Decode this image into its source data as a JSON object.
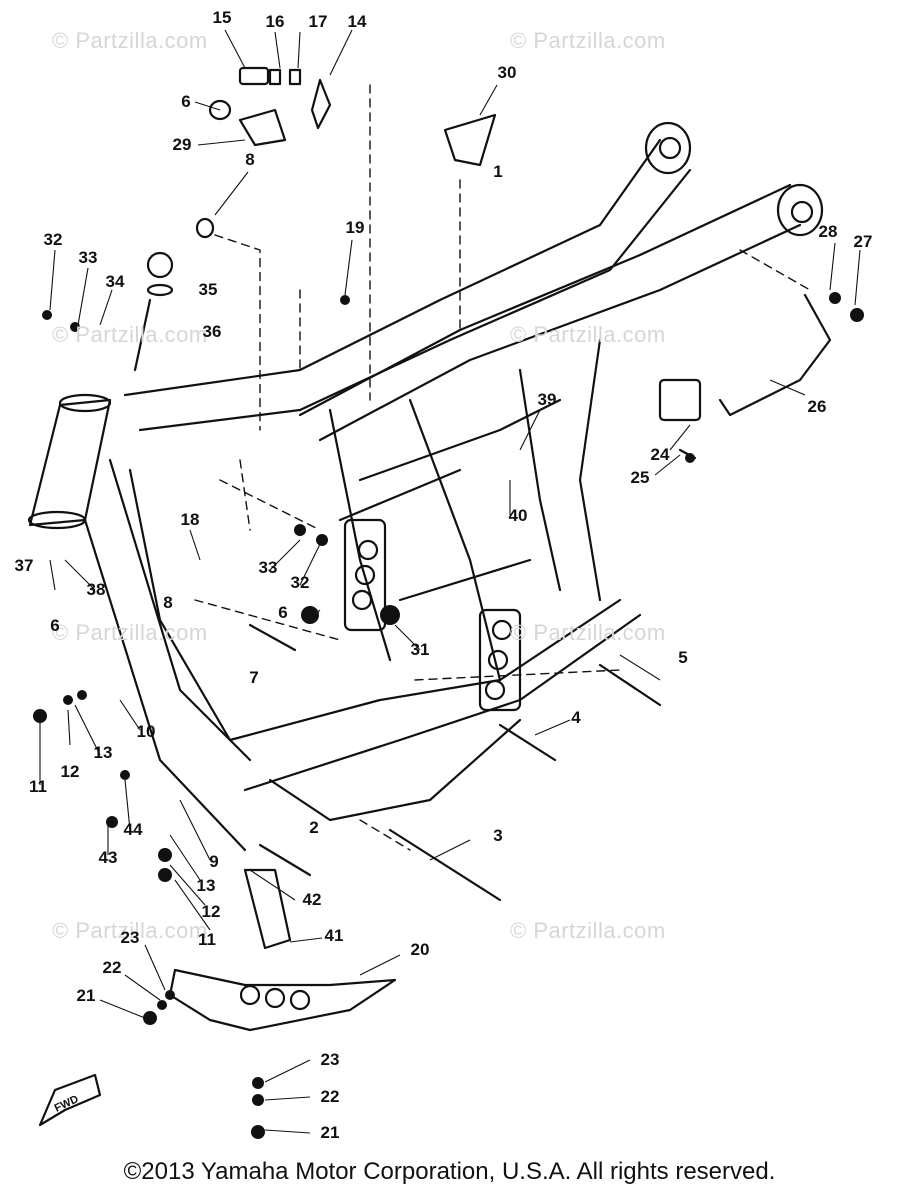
{
  "watermark": "© Partzilla.com",
  "copyright": "©2013  Yamaha Motor Corporation, U.S.A. All rights reserved.",
  "fwd_label": "FWD",
  "callouts": [
    "15",
    "16",
    "17",
    "14",
    "6",
    "29",
    "8",
    "30",
    "19",
    "32",
    "33",
    "34",
    "35",
    "36",
    "28",
    "27",
    "26",
    "24",
    "25",
    "39",
    "40",
    "18",
    "33",
    "32",
    "37",
    "38",
    "8",
    "6",
    "7",
    "6",
    "31",
    "5",
    "4",
    "10",
    "13",
    "12",
    "11",
    "44",
    "43",
    "9",
    "13",
    "12",
    "11",
    "2",
    "42",
    "3",
    "41",
    "20",
    "23",
    "22",
    "21",
    "23",
    "22",
    "21",
    "1"
  ]
}
